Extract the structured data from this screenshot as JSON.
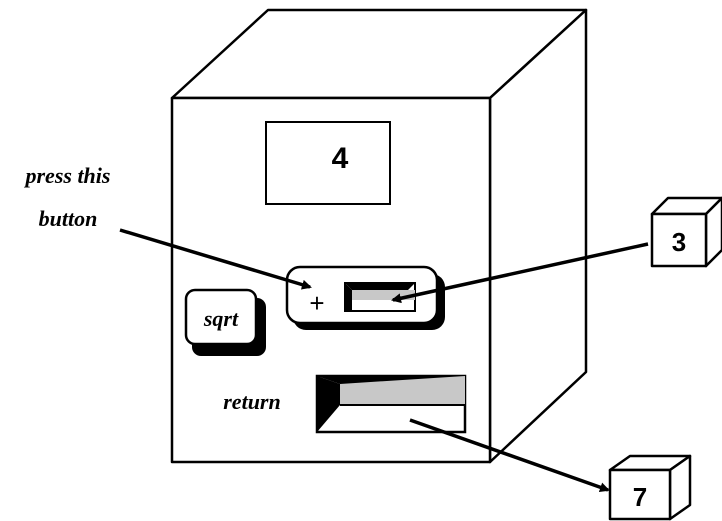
{
  "machine": {
    "display_value": "4",
    "sqrt_button_label": "sqrt",
    "plus_symbol": "+",
    "return_label": "return"
  },
  "annotation": {
    "line1": "press this",
    "line2": "button"
  },
  "input_cube": {
    "value": "3"
  },
  "output_cube": {
    "value": "7"
  },
  "colors": {
    "stroke": "#000000",
    "slot_fill": "#c8c8c8",
    "background": "#ffffff"
  }
}
